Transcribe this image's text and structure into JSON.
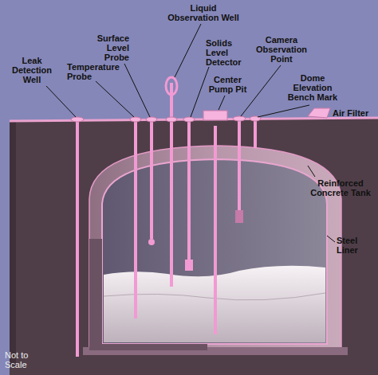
{
  "diagram": {
    "labels": [
      "Liquid Observation Well",
      "Surface Level Probe",
      "Solids Level Detector",
      "Camera Observation Point",
      "Leak Detection Well",
      "Temperature Probe",
      "Center Pump Pit",
      "Dome Elevation Bench Mark",
      "Air Filter",
      "Reinforced Concrete Tank",
      "Steel Liner",
      "Not to Scale"
    ]
  }
}
